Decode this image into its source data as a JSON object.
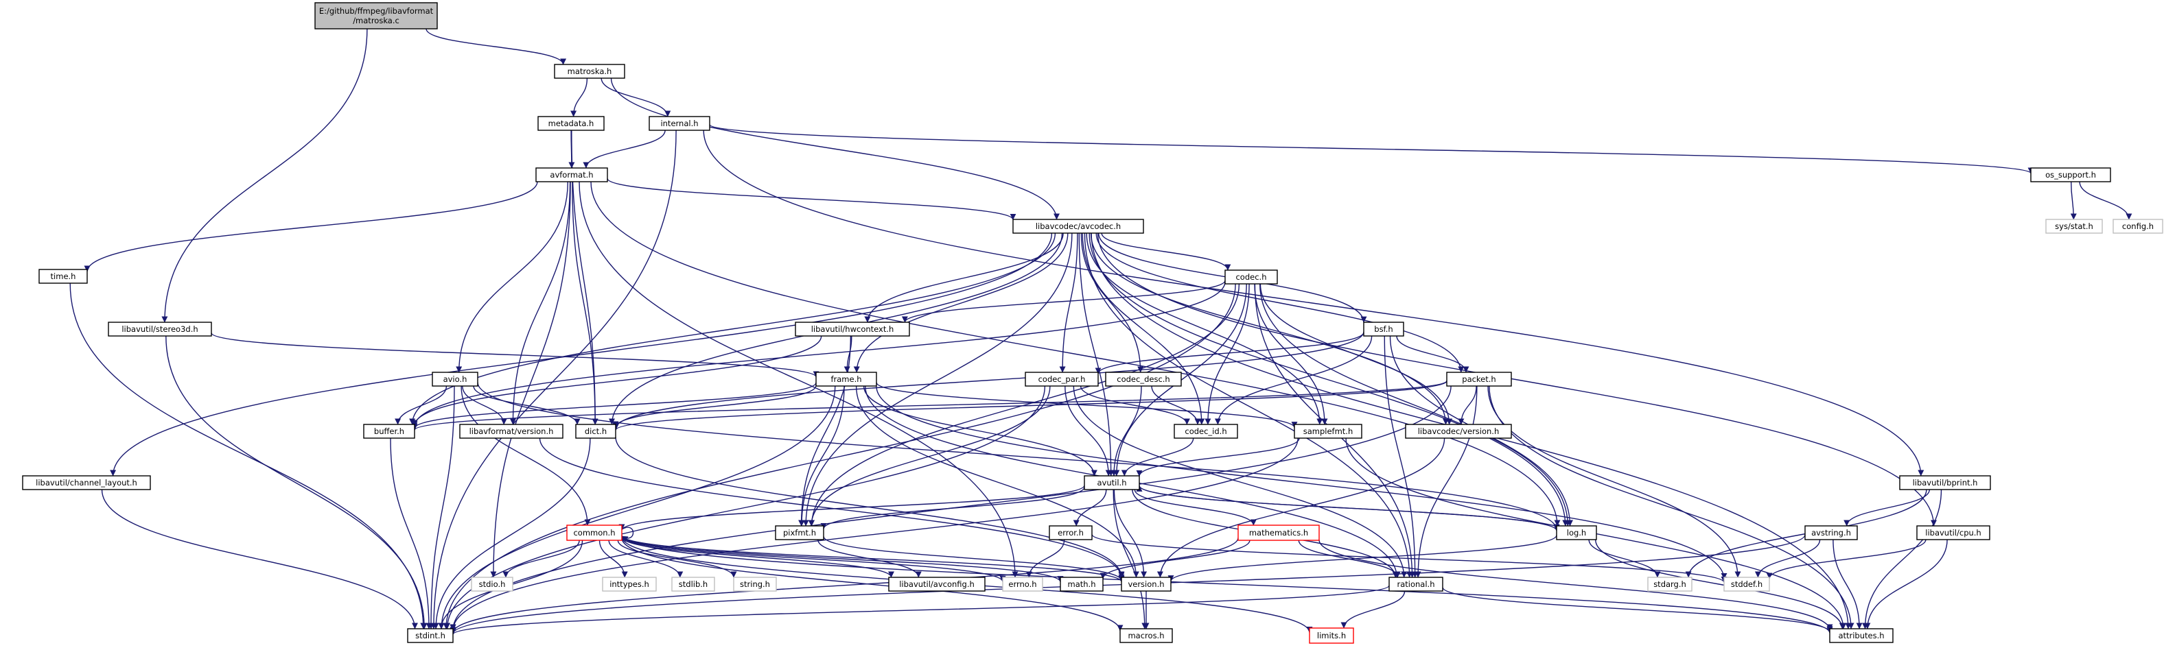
{
  "diagram": {
    "nodes": [
      {
        "id": "root",
        "lines": [
          "E:/github/ffmpeg/libavformat",
          "/matroska.c"
        ]
      },
      {
        "id": "matroska_h",
        "lines": [
          "matroska.h"
        ]
      },
      {
        "id": "metadata_h",
        "lines": [
          "metadata.h"
        ]
      },
      {
        "id": "internal_h",
        "lines": [
          "internal.h"
        ]
      },
      {
        "id": "avformat_h",
        "lines": [
          "avformat.h"
        ]
      },
      {
        "id": "os_support_h",
        "lines": [
          "os_support.h"
        ]
      },
      {
        "id": "sys_stat_h",
        "lines": [
          "sys/stat.h"
        ]
      },
      {
        "id": "config_h",
        "lines": [
          "config.h"
        ]
      },
      {
        "id": "avcodec_h",
        "lines": [
          "libavcodec/avcodec.h"
        ]
      },
      {
        "id": "time_h",
        "lines": [
          "time.h"
        ]
      },
      {
        "id": "stereo3d_h",
        "lines": [
          "libavutil/stereo3d.h"
        ]
      },
      {
        "id": "codec_h",
        "lines": [
          "codec.h"
        ]
      },
      {
        "id": "hwcontext_h",
        "lines": [
          "libavutil/hwcontext.h"
        ]
      },
      {
        "id": "bsf_h",
        "lines": [
          "bsf.h"
        ]
      },
      {
        "id": "avio_h",
        "lines": [
          "avio.h"
        ]
      },
      {
        "id": "frame_h",
        "lines": [
          "frame.h"
        ]
      },
      {
        "id": "codec_par_h",
        "lines": [
          "codec_par.h"
        ]
      },
      {
        "id": "codec_desc_h",
        "lines": [
          "codec_desc.h"
        ]
      },
      {
        "id": "packet_h",
        "lines": [
          "packet.h"
        ]
      },
      {
        "id": "buffer_h",
        "lines": [
          "buffer.h"
        ]
      },
      {
        "id": "avformat_version_h",
        "lines": [
          "libavformat/version.h"
        ]
      },
      {
        "id": "dict_h",
        "lines": [
          "dict.h"
        ]
      },
      {
        "id": "codec_id_h",
        "lines": [
          "codec_id.h"
        ]
      },
      {
        "id": "samplefmt_h",
        "lines": [
          "samplefmt.h"
        ]
      },
      {
        "id": "avcodec_version_h",
        "lines": [
          "libavcodec/version.h"
        ]
      },
      {
        "id": "channel_layout_h",
        "lines": [
          "libavutil/channel_layout.h"
        ]
      },
      {
        "id": "avutil_h",
        "lines": [
          "avutil.h"
        ]
      },
      {
        "id": "bprint_h",
        "lines": [
          "libavutil/bprint.h"
        ]
      },
      {
        "id": "common_h",
        "lines": [
          "common.h"
        ]
      },
      {
        "id": "pixfmt_h",
        "lines": [
          "pixfmt.h"
        ]
      },
      {
        "id": "error_h",
        "lines": [
          "error.h"
        ]
      },
      {
        "id": "mathematics_h",
        "lines": [
          "mathematics.h"
        ]
      },
      {
        "id": "log_h",
        "lines": [
          "log.h"
        ]
      },
      {
        "id": "avstring_h",
        "lines": [
          "avstring.h"
        ]
      },
      {
        "id": "cpu_h",
        "lines": [
          "libavutil/cpu.h"
        ]
      },
      {
        "id": "stdio_h",
        "lines": [
          "stdio.h"
        ]
      },
      {
        "id": "inttypes_h",
        "lines": [
          "inttypes.h"
        ]
      },
      {
        "id": "stdlib_h",
        "lines": [
          "stdlib.h"
        ]
      },
      {
        "id": "string_h",
        "lines": [
          "string.h"
        ]
      },
      {
        "id": "avconfig_h",
        "lines": [
          "libavutil/avconfig.h"
        ]
      },
      {
        "id": "errno_h",
        "lines": [
          "errno.h"
        ]
      },
      {
        "id": "math_h",
        "lines": [
          "math.h"
        ]
      },
      {
        "id": "version_h",
        "lines": [
          "version.h"
        ]
      },
      {
        "id": "rational_h",
        "lines": [
          "rational.h"
        ]
      },
      {
        "id": "stdarg_h",
        "lines": [
          "stdarg.h"
        ]
      },
      {
        "id": "stddef_h",
        "lines": [
          "stddef.h"
        ]
      },
      {
        "id": "stdint_h",
        "lines": [
          "stdint.h"
        ]
      },
      {
        "id": "macros_h",
        "lines": [
          "macros.h"
        ]
      },
      {
        "id": "limits_h",
        "lines": [
          "limits.h"
        ]
      },
      {
        "id": "attributes_h",
        "lines": [
          "attributes.h"
        ]
      }
    ],
    "edges": [
      [
        "root",
        "matroska_h"
      ],
      [
        "root",
        "stereo3d_h"
      ],
      [
        "matroska_h",
        "metadata_h"
      ],
      [
        "matroska_h",
        "internal_h"
      ],
      [
        "matroska_h",
        "avcodec_h"
      ],
      [
        "metadata_h",
        "avformat_h"
      ],
      [
        "metadata_h",
        "dict_h"
      ],
      [
        "internal_h",
        "avformat_h"
      ],
      [
        "internal_h",
        "os_support_h"
      ],
      [
        "internal_h",
        "stdint_h"
      ],
      [
        "internal_h",
        "bprint_h"
      ],
      [
        "os_support_h",
        "sys_stat_h"
      ],
      [
        "os_support_h",
        "config_h"
      ],
      [
        "avformat_h",
        "time_h"
      ],
      [
        "avformat_h",
        "stdio_h"
      ],
      [
        "avformat_h",
        "avio_h"
      ],
      [
        "avformat_h",
        "avcodec_h"
      ],
      [
        "avformat_h",
        "dict_h"
      ],
      [
        "avformat_h",
        "avformat_version_h"
      ],
      [
        "avformat_h",
        "log_h"
      ],
      [
        "avformat_h",
        "errno_h"
      ],
      [
        "time_h",
        "stdint_h"
      ],
      [
        "stereo3d_h",
        "stdint_h"
      ],
      [
        "stereo3d_h",
        "frame_h"
      ],
      [
        "avcodec_h",
        "channel_layout_h"
      ],
      [
        "avcodec_h",
        "buffer_h"
      ],
      [
        "avcodec_h",
        "hwcontext_h"
      ],
      [
        "avcodec_h",
        "frame_h"
      ],
      [
        "avcodec_h",
        "dict_h"
      ],
      [
        "avcodec_h",
        "pixfmt_h"
      ],
      [
        "avcodec_h",
        "avutil_h"
      ],
      [
        "avcodec_h",
        "codec_par_h"
      ],
      [
        "avcodec_h",
        "codec_desc_h"
      ],
      [
        "avcodec_h",
        "codec_id_h"
      ],
      [
        "avcodec_h",
        "codec_h"
      ],
      [
        "avcodec_h",
        "bsf_h"
      ],
      [
        "avcodec_h",
        "samplefmt_h"
      ],
      [
        "avcodec_h",
        "packet_h"
      ],
      [
        "avcodec_h",
        "avcodec_version_h"
      ],
      [
        "avcodec_h",
        "log_h"
      ],
      [
        "avcodec_h",
        "rational_h"
      ],
      [
        "avcodec_h",
        "cpu_h"
      ],
      [
        "avcodec_h",
        "attributes_h"
      ],
      [
        "channel_layout_h",
        "stdint_h"
      ],
      [
        "codec_h",
        "hwcontext_h"
      ],
      [
        "codec_h",
        "buffer_h"
      ],
      [
        "codec_h",
        "codec_id_h"
      ],
      [
        "codec_h",
        "samplefmt_h"
      ],
      [
        "codec_h",
        "avcodec_version_h"
      ],
      [
        "codec_h",
        "avutil_h"
      ],
      [
        "codec_h",
        "pixfmt_h"
      ],
      [
        "codec_h",
        "rational_h"
      ],
      [
        "codec_h",
        "log_h"
      ],
      [
        "codec_h",
        "stdint_h"
      ],
      [
        "hwcontext_h",
        "frame_h"
      ],
      [
        "hwcontext_h",
        "pixfmt_h"
      ],
      [
        "hwcontext_h",
        "buffer_h"
      ],
      [
        "bsf_h",
        "codec_par_h"
      ],
      [
        "bsf_h",
        "packet_h"
      ],
      [
        "bsf_h",
        "dict_h"
      ],
      [
        "bsf_h",
        "codec_id_h"
      ],
      [
        "bsf_h",
        "log_h"
      ],
      [
        "bsf_h",
        "rational_h"
      ],
      [
        "avio_h",
        "stdint_h"
      ],
      [
        "avio_h",
        "common_h"
      ],
      [
        "avio_h",
        "dict_h"
      ],
      [
        "avio_h",
        "log_h"
      ],
      [
        "avio_h",
        "avformat_version_h"
      ],
      [
        "avio_h",
        "buffer_h"
      ],
      [
        "frame_h",
        "buffer_h"
      ],
      [
        "frame_h",
        "dict_h"
      ],
      [
        "frame_h",
        "avutil_h"
      ],
      [
        "frame_h",
        "pixfmt_h"
      ],
      [
        "frame_h",
        "rational_h"
      ],
      [
        "frame_h",
        "samplefmt_h"
      ],
      [
        "frame_h",
        "version_h"
      ],
      [
        "frame_h",
        "stddef_h"
      ],
      [
        "frame_h",
        "stdint_h"
      ],
      [
        "codec_par_h",
        "avutil_h"
      ],
      [
        "codec_par_h",
        "codec_id_h"
      ],
      [
        "codec_par_h",
        "pixfmt_h"
      ],
      [
        "codec_par_h",
        "rational_h"
      ],
      [
        "codec_par_h",
        "stdint_h"
      ],
      [
        "codec_desc_h",
        "avutil_h"
      ],
      [
        "codec_desc_h",
        "codec_id_h"
      ],
      [
        "packet_h",
        "buffer_h"
      ],
      [
        "packet_h",
        "dict_h"
      ],
      [
        "packet_h",
        "avcodec_version_h"
      ],
      [
        "packet_h",
        "rational_h"
      ],
      [
        "packet_h",
        "attributes_h"
      ],
      [
        "packet_h",
        "stddef_h"
      ],
      [
        "packet_h",
        "stdint_h"
      ],
      [
        "buffer_h",
        "stdint_h"
      ],
      [
        "avformat_version_h",
        "version_h"
      ],
      [
        "dict_h",
        "stdint_h"
      ],
      [
        "dict_h",
        "version_h"
      ],
      [
        "codec_id_h",
        "avutil_h"
      ],
      [
        "samplefmt_h",
        "avutil_h"
      ],
      [
        "samplefmt_h",
        "attributes_h"
      ],
      [
        "samplefmt_h",
        "stdint_h"
      ],
      [
        "avcodec_version_h",
        "version_h"
      ],
      [
        "avutil_h",
        "common_h"
      ],
      [
        "avutil_h",
        "error_h"
      ],
      [
        "avutil_h",
        "rational_h"
      ],
      [
        "avutil_h",
        "version_h"
      ],
      [
        "avutil_h",
        "macros_h"
      ],
      [
        "avutil_h",
        "mathematics_h"
      ],
      [
        "avutil_h",
        "log_h"
      ],
      [
        "avutil_h",
        "pixfmt_h"
      ],
      [
        "common_h",
        "common_h"
      ],
      [
        "common_h",
        "stdio_h"
      ],
      [
        "common_h",
        "inttypes_h"
      ],
      [
        "common_h",
        "stdlib_h"
      ],
      [
        "common_h",
        "string_h"
      ],
      [
        "common_h",
        "avconfig_h"
      ],
      [
        "common_h",
        "errno_h"
      ],
      [
        "common_h",
        "math_h"
      ],
      [
        "common_h",
        "version_h"
      ],
      [
        "common_h",
        "stdint_h"
      ],
      [
        "common_h",
        "attributes_h"
      ],
      [
        "common_h",
        "macros_h"
      ],
      [
        "common_h",
        "limits_h"
      ],
      [
        "pixfmt_h",
        "avconfig_h"
      ],
      [
        "pixfmt_h",
        "version_h"
      ],
      [
        "error_h",
        "errno_h"
      ],
      [
        "error_h",
        "stddef_h"
      ],
      [
        "mathematics_h",
        "stdint_h"
      ],
      [
        "mathematics_h",
        "math_h"
      ],
      [
        "mathematics_h",
        "attributes_h"
      ],
      [
        "mathematics_h",
        "rational_h"
      ],
      [
        "log_h",
        "avutil_h"
      ],
      [
        "log_h",
        "stdarg_h"
      ],
      [
        "log_h",
        "attributes_h"
      ],
      [
        "log_h",
        "version_h"
      ],
      [
        "rational_h",
        "stdint_h"
      ],
      [
        "rational_h",
        "limits_h"
      ],
      [
        "rational_h",
        "attributes_h"
      ],
      [
        "bprint_h",
        "avstring_h"
      ],
      [
        "bprint_h",
        "stdarg_h"
      ],
      [
        "bprint_h",
        "attributes_h"
      ],
      [
        "avstring_h",
        "stddef_h"
      ],
      [
        "avstring_h",
        "stdint_h"
      ],
      [
        "avstring_h",
        "attributes_h"
      ],
      [
        "cpu_h",
        "attributes_h"
      ],
      [
        "cpu_h",
        "stddef_h"
      ],
      [
        "version_h",
        "macros_h"
      ]
    ]
  },
  "colors": {
    "edge": "#191970",
    "box_border": "#000000",
    "box_fill": "#ffffff",
    "root_fill": "#bfbfbf",
    "truncated_border": "#ff0000",
    "system_border": "#bfbfbf"
  }
}
